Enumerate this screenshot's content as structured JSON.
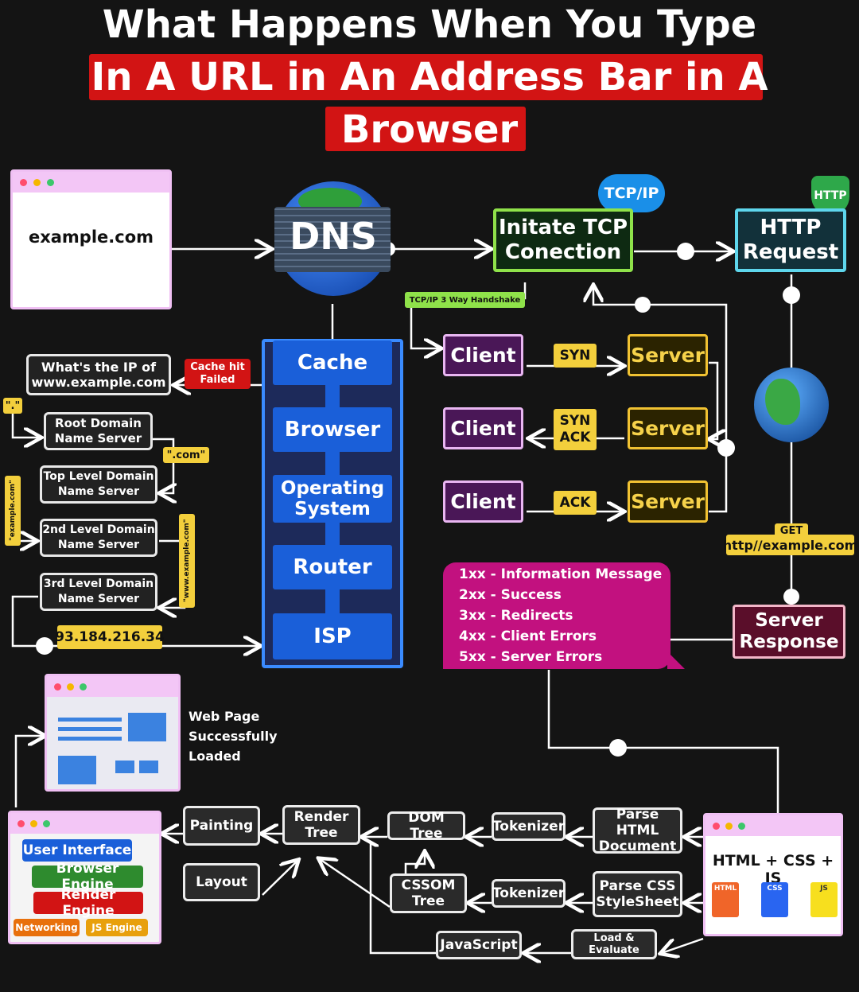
{
  "title": {
    "line1": "What Happens When You Type",
    "line2": "In A URL in An Address Bar in A",
    "line3": "Browser"
  },
  "address_bar": {
    "url": "example.com"
  },
  "dns": {
    "label": "DNS"
  },
  "tcp": {
    "badge": "TCP/IP",
    "box": "Initate TCP\nConection",
    "handshake_tag": "TCP/IP 3 Way Handshake"
  },
  "http": {
    "badge": "HTTP",
    "box": "HTTP\nRequest",
    "get_label": "GET",
    "get_url": "http//example.com"
  },
  "handshake": {
    "client": "Client",
    "server": "Server",
    "syn": "SYN",
    "synack": "SYN\nACK",
    "ack": "ACK"
  },
  "stack": {
    "cache": "Cache",
    "browser": "Browser",
    "os": "Operating\nSystem",
    "router": "Router",
    "isp": "ISP"
  },
  "dns_lookup": {
    "question": "What's the IP of\nwww.example.com",
    "cache_failed": "Cache hit\nFailed",
    "root_tag": "\".\"",
    "root": "Root Domain\nName Server",
    "com_tag": "\".com\"",
    "tld": "Top Level Domain\nName Server",
    "example_tag": "\"example.com\"",
    "second": "2nd Level Domain\nName Server",
    "www_tag": "\"www.example.com\"",
    "third": "3rd Level Domain\nName Server",
    "ip": "93.184.216.34"
  },
  "status_codes": [
    "1xx - Information Message",
    "2xx - Success",
    "3xx - Redirects",
    "4xx - Client Errors",
    "5xx - Server Errors"
  ],
  "server_response": "Server\nResponse",
  "loaded": {
    "caption": "Web Page\nSuccessfully\nLoaded"
  },
  "browser_arch": {
    "ui": "User Interface",
    "browser_engine": "Browser Engine",
    "render_engine": "Render Engine",
    "networking": "Networking",
    "js_engine": "JS Engine"
  },
  "render_flow": {
    "painting": "Painting",
    "layout": "Layout",
    "render_tree": "Render\nTree",
    "dom_tree": "DOM Tree",
    "cssom_tree": "CSSOM\nTree",
    "tokenizer1": "Tokenizer",
    "tokenizer2": "Tokenizer",
    "parse_html": "Parse HTML\nDocument",
    "parse_css": "Parse CSS\nStyleSheet",
    "javascript": "JavaScript",
    "load_eval": "Load &\nEvaluate"
  },
  "files": {
    "heading": "HTML + CSS + JS",
    "html": "HTML",
    "css": "CSS",
    "js": "JS"
  },
  "colors": {
    "background": "#141414",
    "title_red": "#d21414",
    "stack_blue": "#1a5fd9",
    "tag_yellow": "#f3cf3c",
    "status_magenta": "#c2117f",
    "client_purple": "#4a1757",
    "tcp_green": "#8fe24a",
    "http_cyan": "#5ed6ec"
  }
}
